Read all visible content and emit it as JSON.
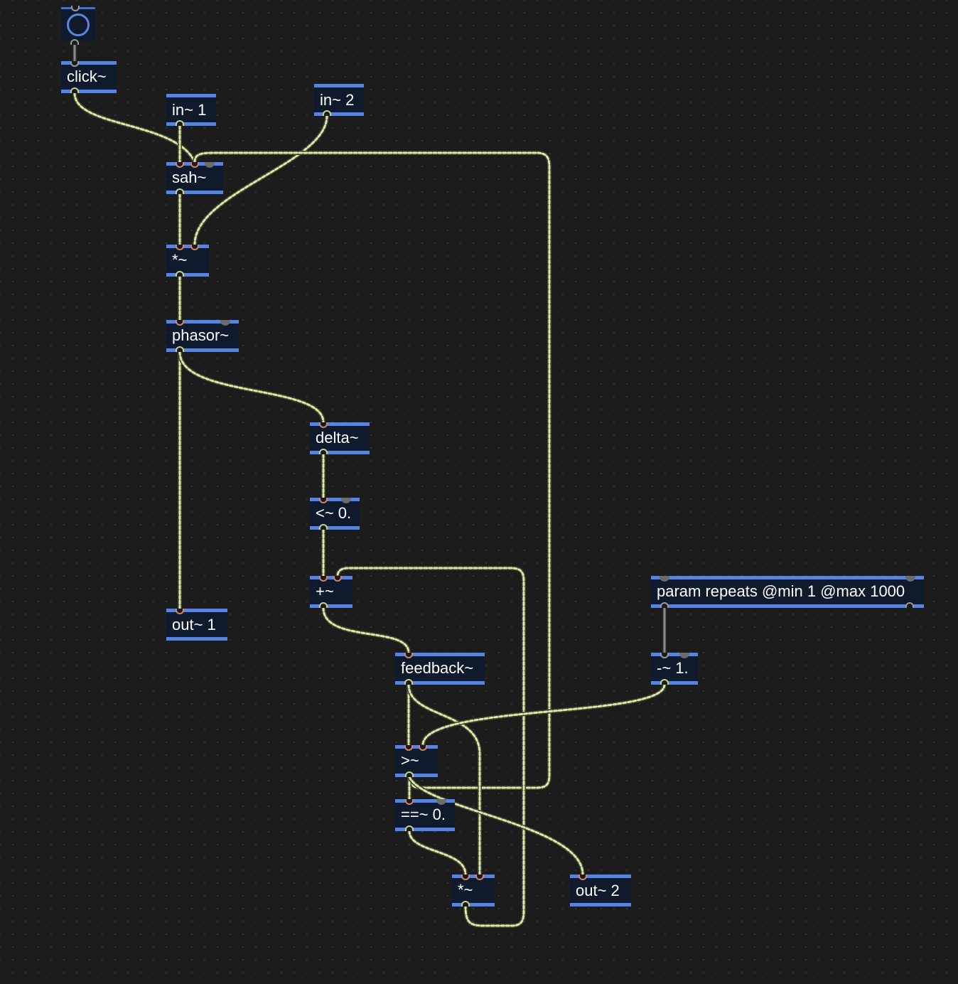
{
  "patcher": {
    "objects": {
      "button": {
        "icon": "bang-button-icon"
      },
      "click": {
        "text": "click~"
      },
      "in1": {
        "text": "in~ 1"
      },
      "in2": {
        "text": "in~ 2"
      },
      "sah": {
        "text": "sah~"
      },
      "mul1": {
        "text": "*~"
      },
      "phasor": {
        "text": "phasor~"
      },
      "delta": {
        "text": "delta~"
      },
      "lt": {
        "text": "<~ 0."
      },
      "add": {
        "text": "+~"
      },
      "out1": {
        "text": "out~ 1"
      },
      "param": {
        "text": "param repeats @min 1 @max 1000"
      },
      "feedback": {
        "text": "feedback~"
      },
      "sub": {
        "text": "-~ 1."
      },
      "gte": {
        "text": ">~"
      },
      "eq": {
        "text": "==~ 0."
      },
      "mul2": {
        "text": "*~"
      },
      "out2": {
        "text": "out~ 2"
      }
    },
    "colors": {
      "background": "#1c1c1c",
      "object_fill": "#0f1a2c",
      "object_border": "#5a84d8",
      "signal_cord": "#dce7a4",
      "control_cord": "#8a8a8a",
      "signal_inlet": "#d4826e"
    }
  }
}
